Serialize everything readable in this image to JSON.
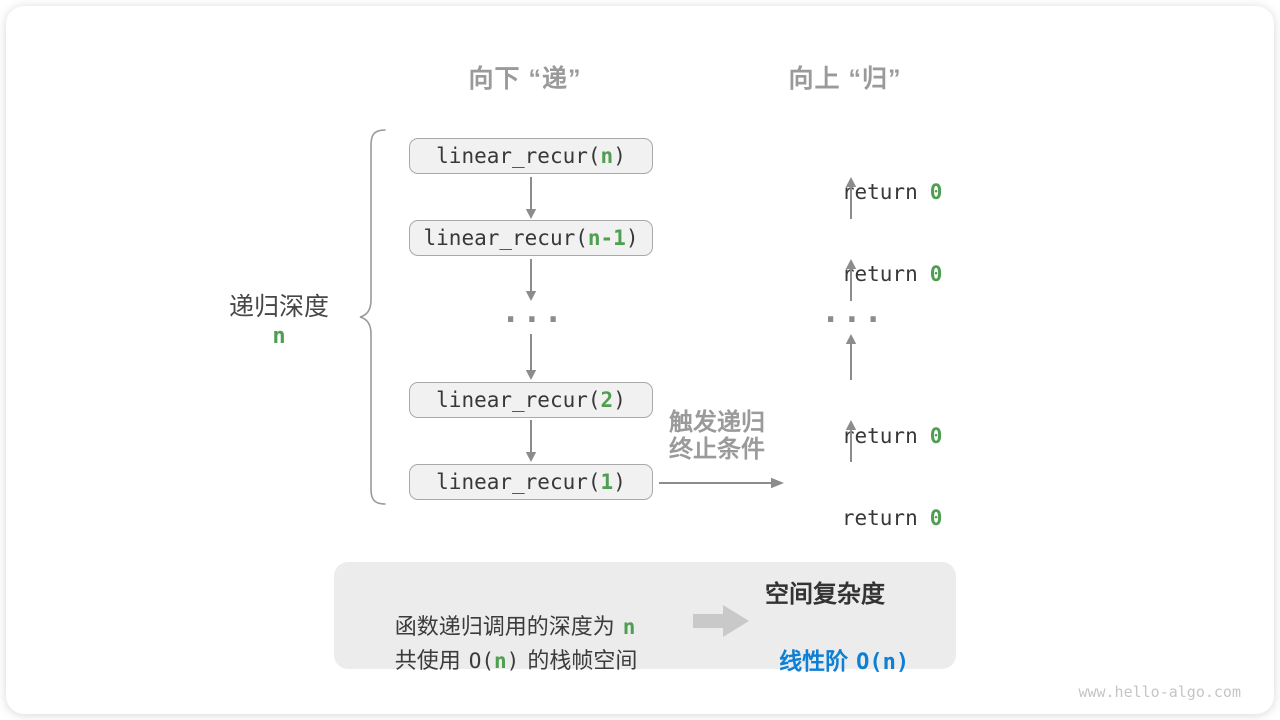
{
  "headers": {
    "down": "向下 “递”",
    "up": "向上 “归”"
  },
  "depth_label": {
    "text": "递归深度",
    "var": "n"
  },
  "calls": [
    {
      "prefix": "linear_recur(",
      "arg": "n",
      "suffix": ")"
    },
    {
      "prefix": "linear_recur(",
      "arg": "n-1",
      "suffix": ")"
    },
    {
      "prefix": "linear_recur(",
      "arg": "2",
      "suffix": ")"
    },
    {
      "prefix": "linear_recur(",
      "arg": "1",
      "suffix": ")"
    }
  ],
  "ellipsis": "...",
  "returns": [
    {
      "keyword": "return",
      "value": "0"
    },
    {
      "keyword": "return",
      "value": "0"
    },
    {
      "keyword": "return",
      "value": "0"
    },
    {
      "keyword": "return",
      "value": "0"
    }
  ],
  "trigger": {
    "line1": "触发递归",
    "line2": "终止条件"
  },
  "summary": {
    "line1_text": "函数递归调用的深度为",
    "line1_var": "n",
    "line2_t1": "共使用",
    "line2_code_pre": "O(",
    "line2_var": "n",
    "line2_code_post": ")",
    "line2_t2": "的栈帧空间",
    "result_title": "空间复杂度",
    "result_value_text": "线性阶",
    "result_value_code": "O(n)"
  },
  "watermark": "www.hello-algo.com",
  "colors": {
    "green": "#4f9e52",
    "blue": "#0d80d5",
    "gray_label": "#9a9a9a",
    "box_fill": "#f1f1f1",
    "box_border": "#a9a9a9",
    "summary_fill": "#ececec",
    "arrow": "#8c8c8c"
  }
}
